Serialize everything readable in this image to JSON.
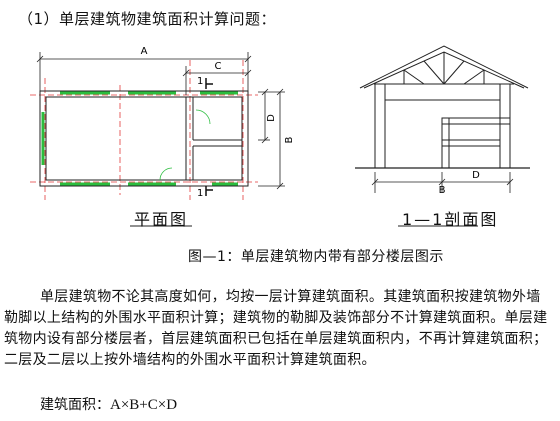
{
  "heading": "（1）单层建筑物建筑面积计算问题：",
  "plan": {
    "caption": "平面图",
    "dim_a": "A",
    "dim_b": "B",
    "dim_c": "C",
    "dim_d": "D",
    "section_marker": "1"
  },
  "section": {
    "caption": "1—1剖面图",
    "dim_b": "B",
    "dim_d": "D"
  },
  "figure_caption": "图—1：单层建筑物内带有部分楼层图示",
  "paragraph": "单层建筑物不论其高度如何，均按一层计算建筑面积。其建筑面积按建筑物外墙勒脚以上结构的外围水平面积计算；建筑物的勒脚及装饰部分不计算建筑面积。单层建筑物内设有部分楼层者，首层建筑面积已包括在单层建筑面积内，不再计算建筑面积；二层及二层以上按外墙结构的外围水平面积计算建筑面积。",
  "formula": {
    "label": "建筑面积：",
    "expression": "A×B+C×D"
  }
}
